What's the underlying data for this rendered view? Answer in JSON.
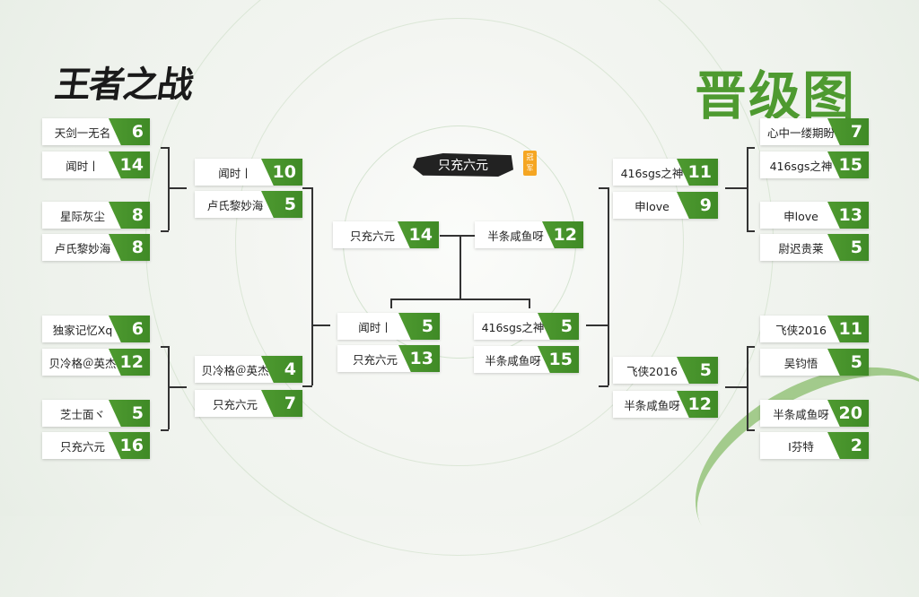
{
  "logo_text": "王者之战",
  "title": "晋级图",
  "champion": {
    "name": "只充六元",
    "badge": "冠军"
  },
  "accent_color": "#4e9a30",
  "left": {
    "round1": [
      {
        "name": "天剑一无名",
        "score": "6"
      },
      {
        "name": "闻时丨",
        "score": "14"
      },
      {
        "name": "星际灰尘",
        "score": "8"
      },
      {
        "name": "卢氏黎妙海",
        "score": "8"
      },
      {
        "name": "独家记忆Xq",
        "score": "6"
      },
      {
        "name": "贝冷格＠英杰",
        "score": "12"
      },
      {
        "name": "芝士面ヾ",
        "score": "5"
      },
      {
        "name": "只充六元",
        "score": "16"
      }
    ],
    "round2": [
      {
        "name": "闻时丨",
        "score": "10"
      },
      {
        "name": "卢氏黎妙海",
        "score": "5"
      },
      {
        "name": "贝冷格＠英杰",
        "score": "4"
      },
      {
        "name": "只充六元",
        "score": "7"
      }
    ],
    "semi": [
      {
        "name": "闻时丨",
        "score": "5"
      },
      {
        "name": "只充六元",
        "score": "13"
      }
    ]
  },
  "right": {
    "round1": [
      {
        "name": "心中一缕期盼",
        "score": "7"
      },
      {
        "name": "416sgs之神",
        "score": "15"
      },
      {
        "name": "申love",
        "score": "13"
      },
      {
        "name": "尉迟贵莱",
        "score": "5"
      },
      {
        "name": "飞侠2016",
        "score": "11"
      },
      {
        "name": "吴钧悟",
        "score": "5"
      },
      {
        "name": "半条咸鱼呀",
        "score": "20"
      },
      {
        "name": "I芬特",
        "score": "2"
      }
    ],
    "round2": [
      {
        "name": "416sgs之神",
        "score": "11"
      },
      {
        "name": "申love",
        "score": "9"
      },
      {
        "name": "飞侠2016",
        "score": "5"
      },
      {
        "name": "半条咸鱼呀",
        "score": "12"
      }
    ],
    "semi": [
      {
        "name": "416sgs之神",
        "score": "5"
      },
      {
        "name": "半条咸鱼呀",
        "score": "15"
      }
    ]
  },
  "final": [
    {
      "name": "只充六元",
      "score": "14"
    },
    {
      "name": "半条咸鱼呀",
      "score": "12"
    }
  ]
}
